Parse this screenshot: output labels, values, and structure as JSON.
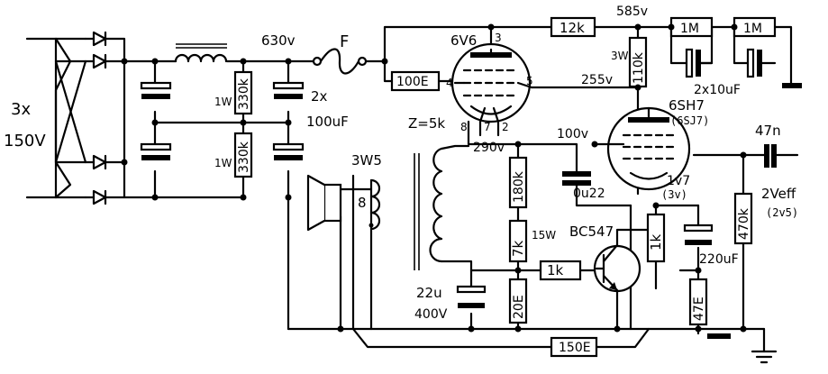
{
  "labels": {
    "supply_count": "3x",
    "supply_voltage": "150V",
    "v630": "630v",
    "fuse": "F",
    "tube1": "6V6",
    "pin3": "3",
    "pin4": "4",
    "pin5": "5",
    "pin8": "8",
    "pin7": "7",
    "pin2": "2",
    "r_100e": "100E",
    "r_12k": "12k",
    "v585": "585v",
    "r_1m_a": "1M",
    "r_1m_b": "1M",
    "cap_2x10uf": "2x10uF",
    "w3": "3W",
    "r_110k": "110k",
    "v255": "255v",
    "tube2": "6SH7",
    "tube2_alt": "(6SJ7)",
    "r_330k_a": "330k",
    "r_330k_b": "330k",
    "w1_a": "1W",
    "w1_b": "1W",
    "cap_2x": "2x",
    "cap_100uf": "100uF",
    "z5k": "Z=5k",
    "v290": "290v",
    "v100": "100v",
    "c_47n": "47n",
    "spk_3w5": "3W5",
    "spk_8": "8",
    "r_180k": "180k",
    "c_0u22": "0u22",
    "v1v7": "1v7",
    "v3v": "(3v)",
    "out_2veff": "2Veff",
    "out_2v5": "(2v5)",
    "r_7k": "7k",
    "w15": "15W",
    "transistor": "BC547",
    "r_1k_a": "1k",
    "r_1k_b": "1k",
    "r_470k": "470k",
    "c_220uf": "220uF",
    "c_22u": "22u",
    "v400": "400V",
    "r_20e": "20E",
    "r_47e": "47E",
    "r_150e": "150E"
  }
}
